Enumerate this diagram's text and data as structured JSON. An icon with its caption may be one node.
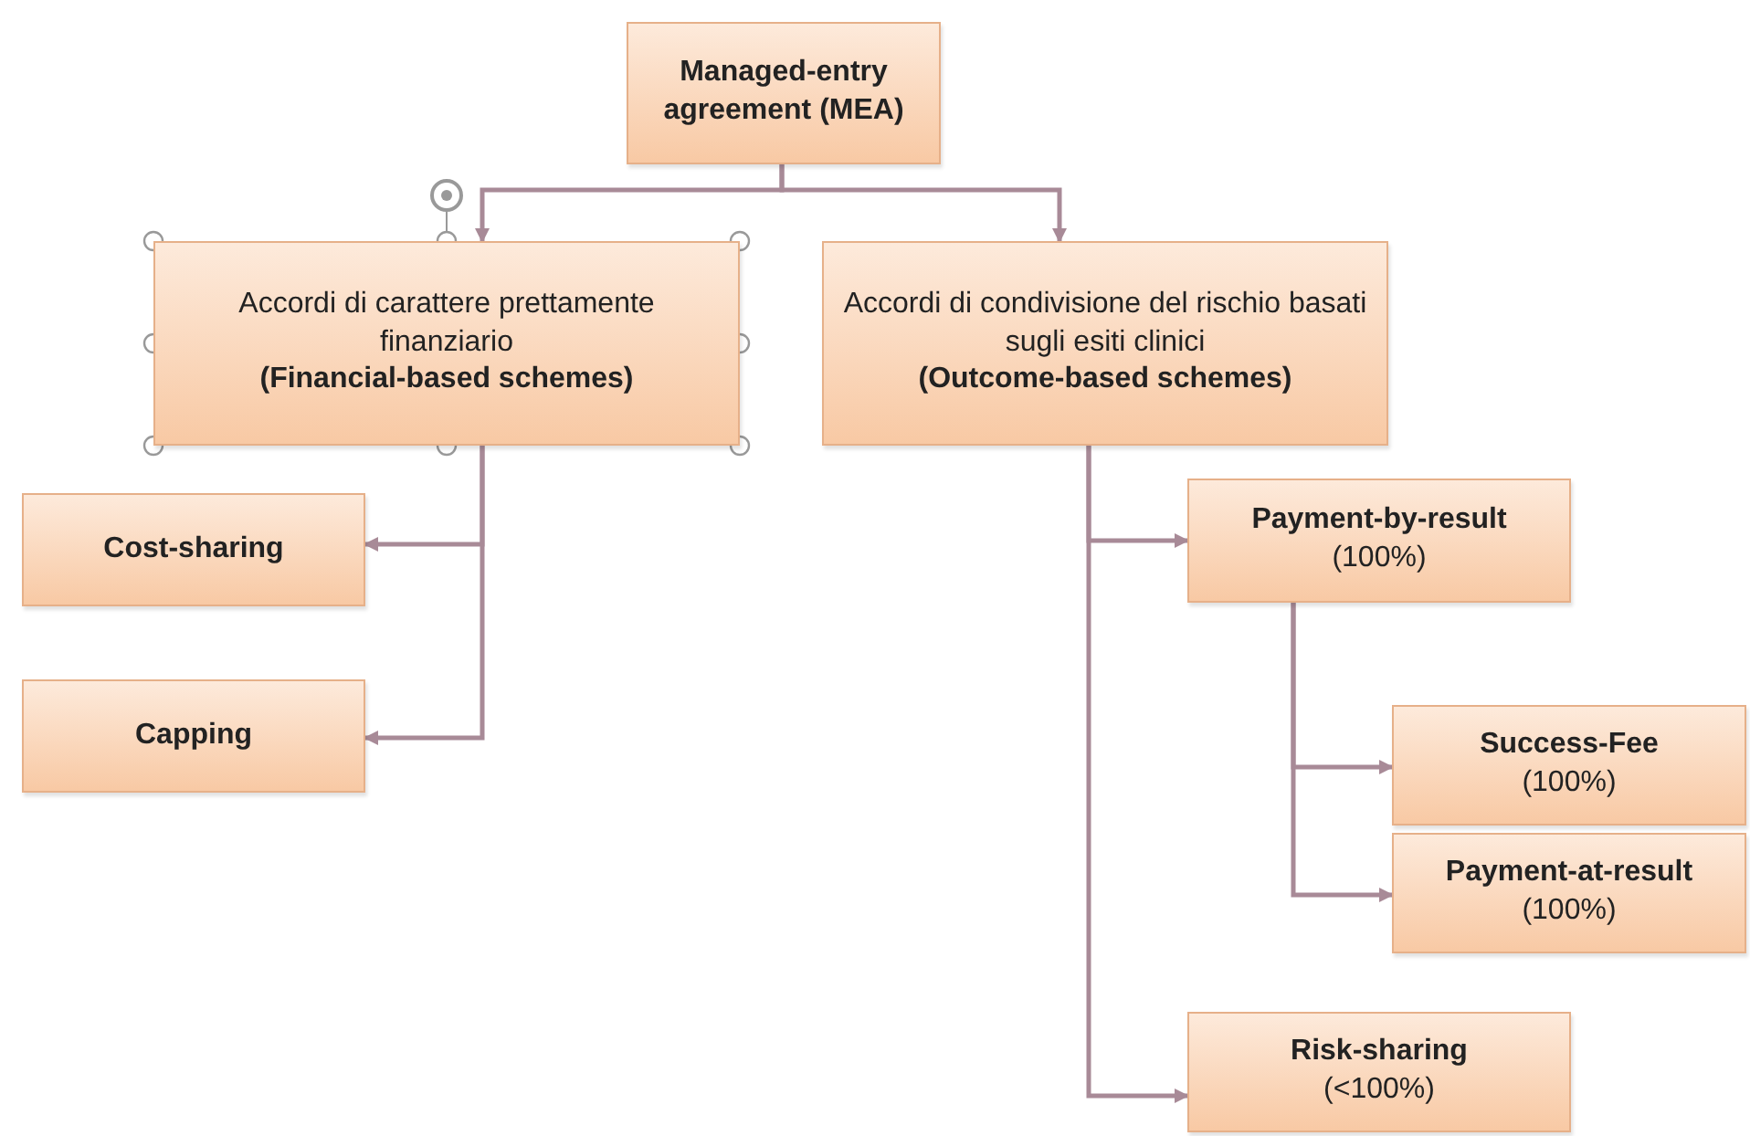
{
  "diagram": {
    "nodes": [
      {
        "text": [
          "Managed-entry agreement (MEA)"
        ]
      },
      {
        "text": [
          "Accordi di carattere prettamente finanziario",
          "(Financial-based schemes)"
        ]
      },
      {
        "text": [
          "Accordi di condivisione del rischio basati sugli esiti clinici",
          "(Outcome-based schemes)"
        ]
      },
      {
        "text": [
          "Cost-sharing"
        ]
      },
      {
        "text": [
          "Capping"
        ]
      },
      {
        "text": [
          "Payment-by-result",
          "(100%)"
        ]
      },
      {
        "text": [
          "Success-Fee",
          "(100%)"
        ]
      },
      {
        "text": [
          "Payment-at-result",
          "(100%)"
        ]
      },
      {
        "text": [
          "Risk-sharing",
          "(<100%)"
        ]
      }
    ],
    "edges": [
      {
        "from": 0,
        "to": 1,
        "arrow": "to"
      },
      {
        "from": 0,
        "to": 2,
        "arrow": "to"
      },
      {
        "from": 1,
        "to": 3,
        "arrow": "to"
      },
      {
        "from": 1,
        "to": 4,
        "arrow": "to"
      },
      {
        "from": 2,
        "to": 5,
        "arrow": "to"
      },
      {
        "from": 2,
        "to": 8,
        "arrow": "to"
      },
      {
        "from": 5,
        "to": 6,
        "arrow": "to"
      },
      {
        "from": 5,
        "to": 7,
        "arrow": "to"
      }
    ]
  }
}
